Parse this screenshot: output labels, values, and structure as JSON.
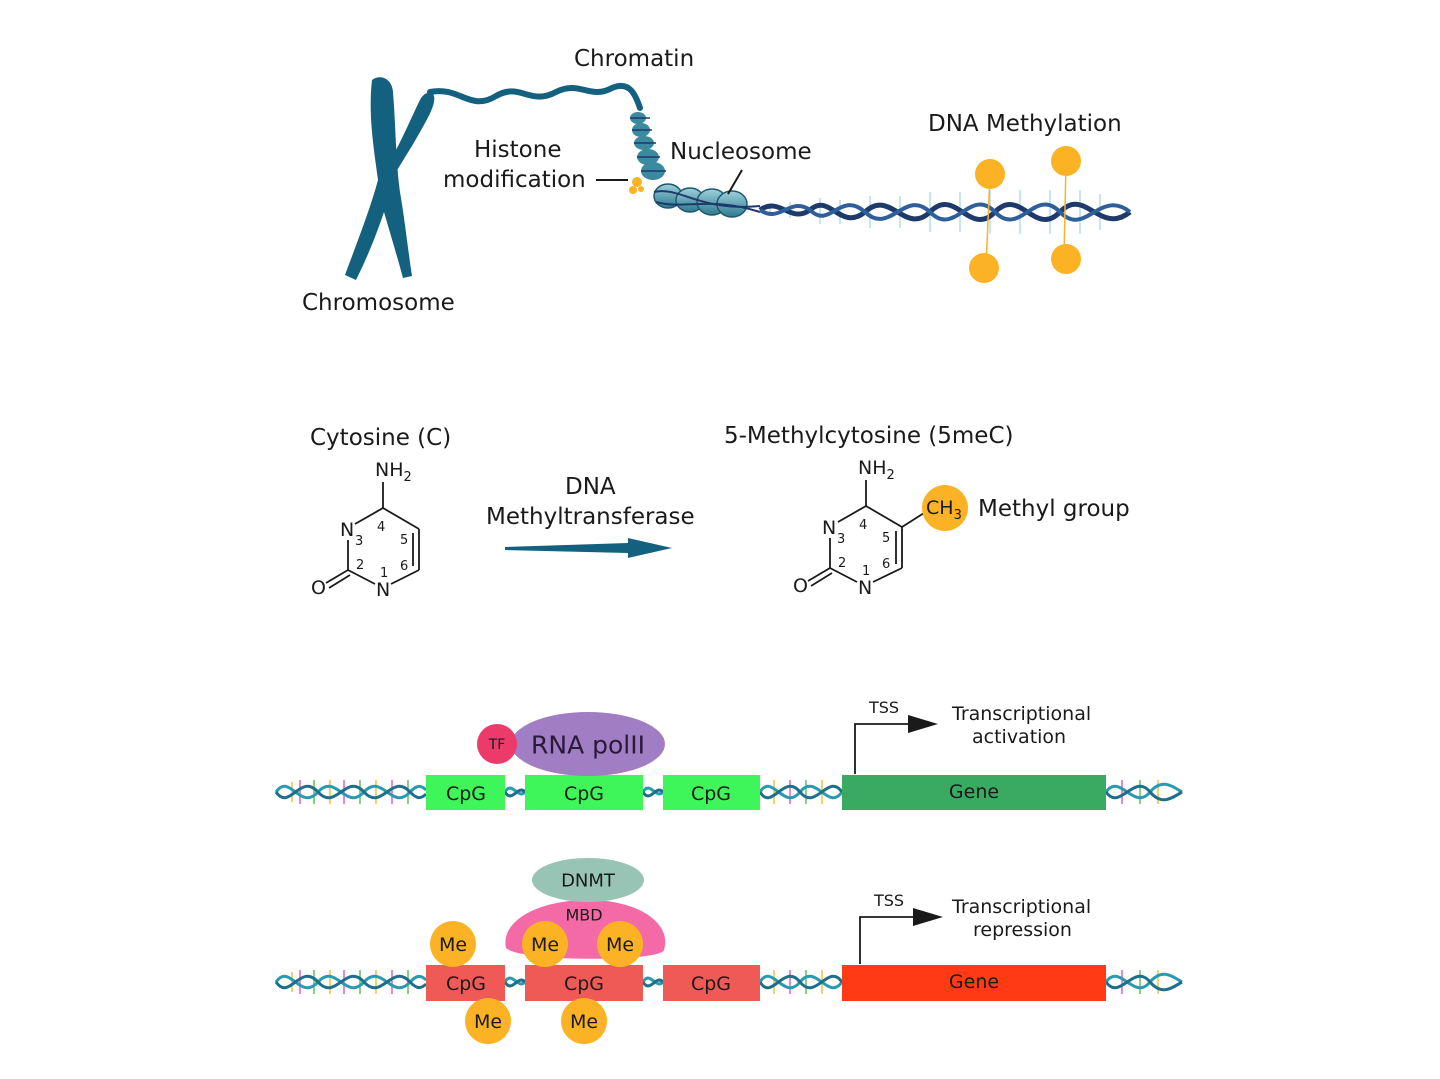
{
  "top": {
    "chromosome_label": "Chromosome",
    "chromatin_label": "Chromatin",
    "histone_label_line1": "Histone",
    "histone_label_line2": "modification",
    "nucleosome_label": "Nucleosome",
    "methylation_label": "DNA Methylation"
  },
  "middle": {
    "cytosine_title": "Cytosine (C)",
    "methylcytosine_title": "5-Methylcytosine (5meC)",
    "enzyme_line1": "DNA",
    "enzyme_line2": "Methyltransferase",
    "methyl_group_label": "Methyl group",
    "nh2": "NH",
    "nh2_sub": "2",
    "ch3": "CH",
    "ch3_sub": "3",
    "atom_n": "N",
    "atom_o": "O",
    "ring_numbers": [
      "1",
      "2",
      "3",
      "4",
      "5",
      "6"
    ]
  },
  "activation": {
    "tf": "TF",
    "polymerase": "RNA polII",
    "cpg": [
      "CpG",
      "CpG",
      "CpG"
    ],
    "gene": "Gene",
    "tss": "TSS",
    "result_line1": "Transcriptional",
    "result_line2": "activation"
  },
  "repression": {
    "dnmt": "DNMT",
    "mbd": "MBD",
    "me": "Me",
    "cpg": [
      "CpG",
      "CpG",
      "CpG"
    ],
    "gene": "Gene",
    "tss": "TSS",
    "result_line1": "Transcriptional",
    "result_line2": "repression"
  },
  "colors": {
    "chromosome": "#13617e",
    "dna_dark": "#1d3a6b",
    "methyl_orange": "#fbb325",
    "cpg_active": "#3ef55a",
    "gene_active": "#3aaa63",
    "cpg_repressed": "#ef5a57",
    "gene_repressed": "#ff3a14",
    "polymerase": "#a17dc4",
    "tf": "#ec3a6a",
    "dnmt": "#98c4b6",
    "mbd": "#f46aa6"
  }
}
